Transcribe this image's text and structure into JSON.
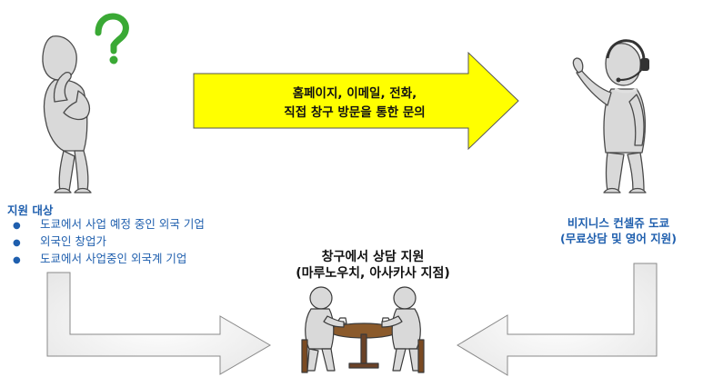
{
  "flow_arrow": {
    "line1": "홈페이지, 이메일, 전화,",
    "line2": "직접 창구 방문을 통한 문의",
    "fill": "#ffff00"
  },
  "support_target": {
    "title": "지원 대상",
    "items": [
      "도쿄에서 사업 예정 중인 외국 기업",
      "외국인 창업가",
      "도쿄에서 사업중인 외국계 기업"
    ]
  },
  "consultant": {
    "line1": "비지니스 컨셀쥬 도쿄",
    "line2": "(무료상담 및 영어 지원)"
  },
  "counter": {
    "line1": "창구에서 상담 지원",
    "line2": "(마루노우치, 아사카사 지점)"
  },
  "colors": {
    "label_blue": "#1f5fae",
    "arrow_gray": "#f0f0f0",
    "figure_gray": "#d9d9d9",
    "question_green": "#3aa935"
  }
}
